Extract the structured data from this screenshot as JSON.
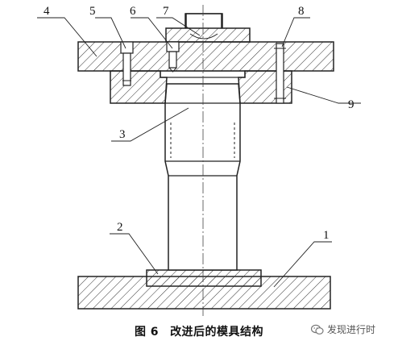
{
  "diagram": {
    "callouts": [
      "1",
      "2",
      "3",
      "4",
      "5",
      "6",
      "7",
      "8",
      "9"
    ],
    "caption": {
      "figure_number": "图 6",
      "title": "改进后的模具结构"
    },
    "watermark": {
      "text": "发现进行时",
      "icon": "wechat-icon"
    },
    "colors": {
      "line": "#222222",
      "hatch": "#333333",
      "background": "#ffffff"
    }
  }
}
